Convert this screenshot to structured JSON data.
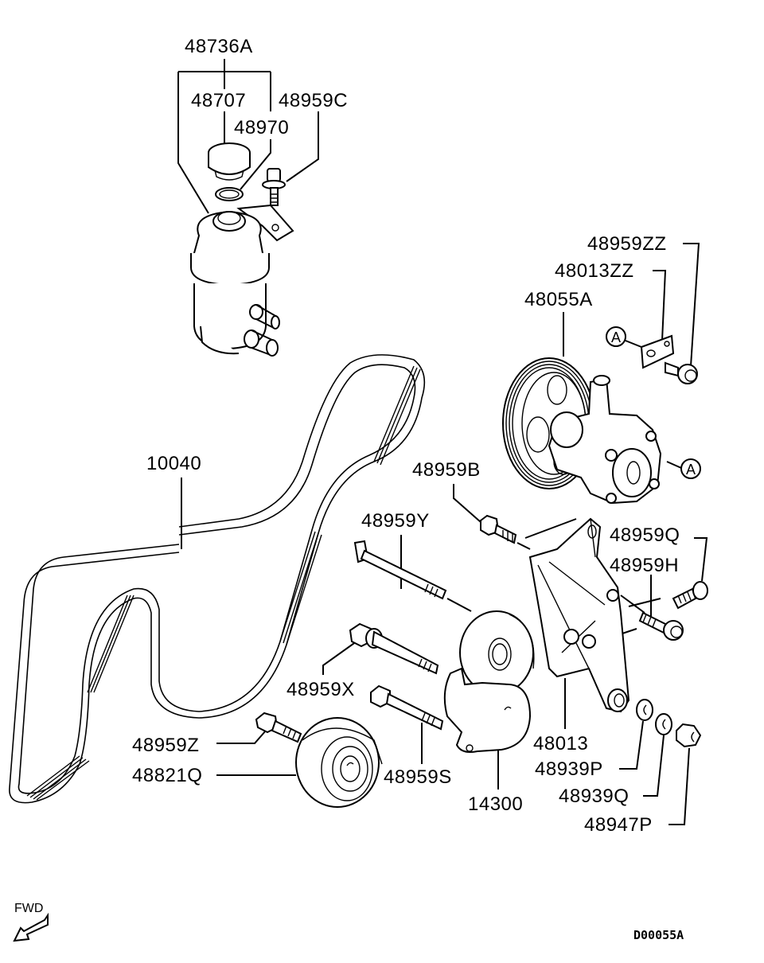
{
  "diagram": {
    "type": "exploded-parts-diagram",
    "subject": "Power steering oil reservoir, oil pump, drive belt and tensioner assembly",
    "reference_code": "D00055A",
    "direction_marker": "FWD",
    "callout_letter": "A",
    "parts": [
      {
        "id": "48736A",
        "desc": "reservoir assembly"
      },
      {
        "id": "48707",
        "desc": "reservoir cap"
      },
      {
        "id": "48970",
        "desc": "o-ring / seal"
      },
      {
        "id": "48959C",
        "desc": "reservoir bolt"
      },
      {
        "id": "48959ZZ",
        "desc": "pump bracket bolt"
      },
      {
        "id": "48013ZZ",
        "desc": "pump bracket plate"
      },
      {
        "id": "48055A",
        "desc": "power steering oil pump"
      },
      {
        "id": "10040",
        "desc": "drive belt"
      },
      {
        "id": "48959B",
        "desc": "bracket bolt"
      },
      {
        "id": "48959Y",
        "desc": "long bolt"
      },
      {
        "id": "48959Q",
        "desc": "bracket bolt"
      },
      {
        "id": "48959H",
        "desc": "bracket bolt"
      },
      {
        "id": "48959X",
        "desc": "tensioner bolt"
      },
      {
        "id": "48959Z",
        "desc": "idler pulley bolt"
      },
      {
        "id": "48821Q",
        "desc": "idler pulley"
      },
      {
        "id": "48959S",
        "desc": "tensioner bolt"
      },
      {
        "id": "48013",
        "desc": "pump bracket"
      },
      {
        "id": "14300",
        "desc": "belt tensioner"
      },
      {
        "id": "48939P",
        "desc": "washer"
      },
      {
        "id": "48939Q",
        "desc": "washer"
      },
      {
        "id": "48947P",
        "desc": "nut"
      }
    ]
  },
  "labels": {
    "p48736A": "48736A",
    "p48707": "48707",
    "p48970": "48970",
    "p48959C": "48959C",
    "p48959ZZ": "48959ZZ",
    "p48013ZZ": "48013ZZ",
    "p48055A": "48055A",
    "p10040": "10040",
    "p48959B": "48959B",
    "p48959Y": "48959Y",
    "p48959Q": "48959Q",
    "p48959H": "48959H",
    "p48959X": "48959X",
    "p48959Z": "48959Z",
    "p48821Q": "48821Q",
    "p48959S": "48959S",
    "p48013": "48013",
    "p14300": "14300",
    "p48939P": "48939P",
    "p48939Q": "48939Q",
    "p48947P": "48947P",
    "callout_a1": "A",
    "callout_a2": "A",
    "fwd": "FWD",
    "ref_code": "D00055A"
  },
  "colors": {
    "background": "#ffffff",
    "ink": "#000000"
  }
}
